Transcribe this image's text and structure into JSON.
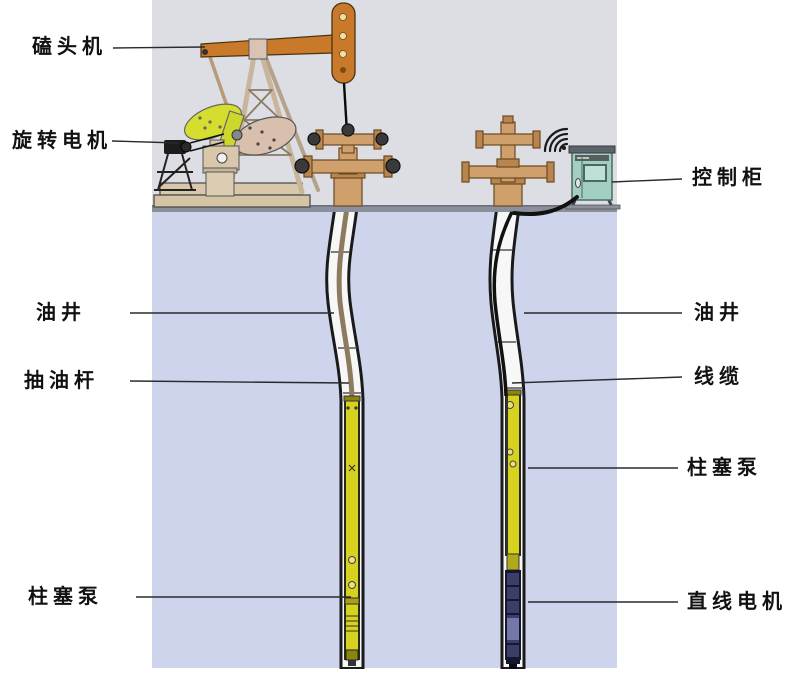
{
  "labels": {
    "pumpjack": "磕头机",
    "rotary_motor": "旋转电机",
    "oil_well_left": "油井",
    "sucker_rod": "抽油杆",
    "plunger_pump_left": "柱塞泵",
    "control_cabinet": "控制柜",
    "oil_well_right": "油井",
    "cable": "线缆",
    "plunger_pump_right": "柱塞泵",
    "linear_motor": "直线电机"
  },
  "colors": {
    "sky": "#dcdee4",
    "underground": "#cdd4ec",
    "ground_strip": "#8a8f9b",
    "beam_orange": "#c8792a",
    "structure_tan": "#d9c7ab",
    "structure_tan_dark": "#c9b69a",
    "crank_yellow": "#d5dd2f",
    "counterweight_tan": "#d8bfae",
    "wellhead_bronze": "#cfa06c",
    "wellhead_bronze_dark": "#b9854e",
    "cabinet_teal": "#a2cfc2",
    "cabinet_panel": "#bfe0d6",
    "cabinet_top": "#5c636d",
    "pump_yellow": "#d6d21f",
    "pump_yellow_dark": "#8a8410",
    "motor_navy": "#3b3e68",
    "motor_navy_dark": "#15172e",
    "rod_brown": "#8d7b60",
    "casing_white": "#f7f7f7",
    "cable_black": "#111111",
    "leader_line": "#2a2a2a",
    "label_text": "#111111"
  }
}
